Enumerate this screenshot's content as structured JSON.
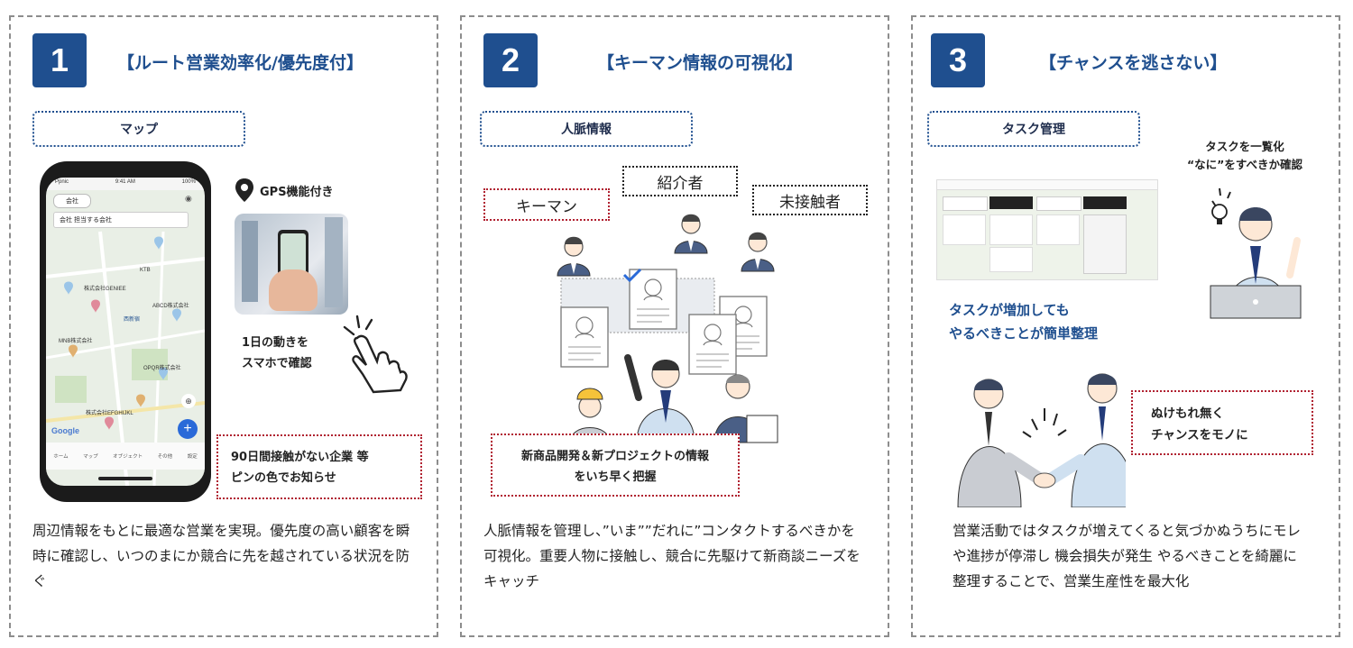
{
  "panels": [
    {
      "num": "1",
      "title": "【ルート営業効率化/優先度付】",
      "tag": "マップ",
      "gps_label": "GPS機能付き",
      "phone_caption_1": "1日の動きを",
      "phone_caption_2": "スマホで確認",
      "alert_1": "90日間接触がない企業 等",
      "alert_2": "ピンの色でお知らせ",
      "desc": "周辺情報をもとに最適な営業を実現。優先度の高い顧客を瞬時に確認し、いつのまにか競合に先を越されている状況を防ぐ",
      "phone": {
        "status_carrier": "Ppnic",
        "status_time": "9:41 AM",
        "status_battery": "100%",
        "chip": "会社",
        "search": "会社 担当する会社",
        "map_labels": [
          "株式会社GENIEE",
          "ABCD株式会社",
          "MNB株式会社",
          "OPQR株式会社",
          "株式会社EFGHIJKL",
          "KTB",
          "西新宿",
          "Google"
        ],
        "nav": [
          "ホーム",
          "マップ",
          "オブジェクト",
          "その他",
          "設定"
        ]
      }
    },
    {
      "num": "2",
      "title": "【キーマン情報の可視化】",
      "tag": "人脈情報",
      "label_keyman": "キーマン",
      "label_introducer": "紹介者",
      "label_uncontacted": "未接触者",
      "info_1": "新商品開発＆新プロジェクトの情報",
      "info_2": "をいち早く把握",
      "desc": "人脈情報を管理し、”いま””だれに”コンタクトするべきかを可視化。重要人物に接触し、競合に先駆けて新商談ニーズをキャッチ"
    },
    {
      "num": "3",
      "title": "【チャンスを逃さない】",
      "tag": "タスク管理",
      "list_1": "タスクを一覧化",
      "list_2": "“なに”をすべきか確認",
      "blue_1": "タスクが増加しても",
      "blue_2": "やるべきことが簡単整理",
      "chance_1": "ぬけもれ無く",
      "chance_2": "チャンスをモノに",
      "desc": "営業活動ではタスクが増えてくると気づかぬうちにモレや進捗が停滞し 機会損失が発生 やるべきことを綺麗に整理することで、営業生産性を最大化"
    }
  ],
  "colors": {
    "accent": "#1f4f8f",
    "alert": "#b02030"
  }
}
